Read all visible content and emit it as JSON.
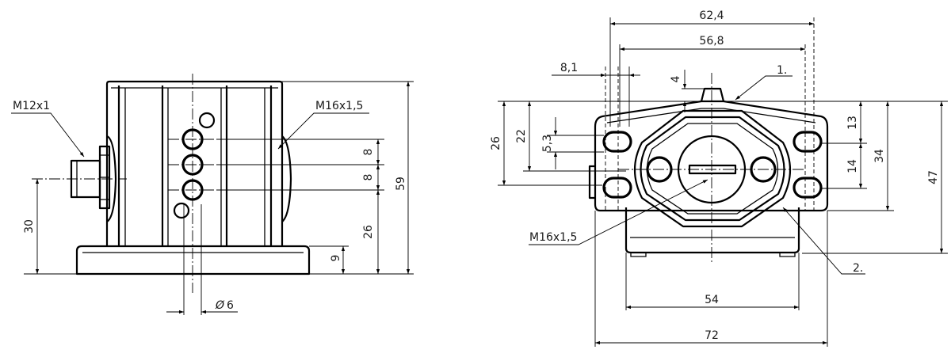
{
  "left_view": {
    "labels": {
      "thread_connector": "M12x1",
      "thread_port": "M16x1,5",
      "port_spacing_1": "8",
      "port_spacing_2": "8",
      "port_height": "26",
      "base_height": "9",
      "total_height": "59",
      "connector_height": "30",
      "bore_diameter": "6",
      "diameter_symbol": "Ø"
    }
  },
  "right_view": {
    "labels": {
      "width_outer": "62,4",
      "width_inner": "56,8",
      "slot_width": "8,1",
      "tab_height": "4",
      "callout_1": "1.",
      "callout_2": "2.",
      "h_26": "26",
      "h_22": "22",
      "h_5_3": "5,3",
      "h_13": "13",
      "h_14": "14",
      "h_34": "34",
      "h_47": "47",
      "thread_port": "M16x1,5",
      "base_width": "54",
      "total_width": "72"
    }
  }
}
